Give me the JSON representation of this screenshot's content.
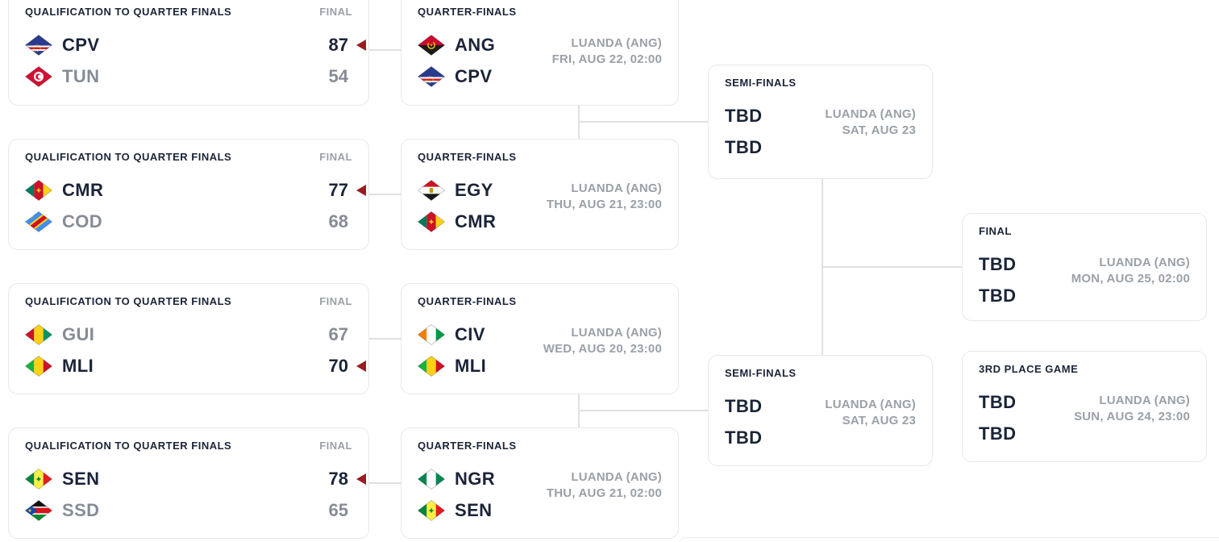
{
  "colors": {
    "text_dark": "#1b2437",
    "text_gray": "#9aa0a8",
    "loser_gray": "#868c96",
    "winner_arrow": "#9a1c22",
    "card_border": "#e8e8ea",
    "connector": "#e0e0e2"
  },
  "qual": [
    {
      "title": "QUALIFICATION TO QUARTER FINALS",
      "status": "FINAL",
      "teams": [
        {
          "code": "CPV",
          "icon": "cpv-flag-icon",
          "score": "87",
          "winner": true
        },
        {
          "code": "TUN",
          "icon": "tun-flag-icon",
          "score": "54",
          "winner": false
        }
      ]
    },
    {
      "title": "QUALIFICATION TO QUARTER FINALS",
      "status": "FINAL",
      "teams": [
        {
          "code": "CMR",
          "icon": "cmr-flag-icon",
          "score": "77",
          "winner": true
        },
        {
          "code": "COD",
          "icon": "cod-flag-icon",
          "score": "68",
          "winner": false
        }
      ]
    },
    {
      "title": "QUALIFICATION TO QUARTER FINALS",
      "status": "FINAL",
      "teams": [
        {
          "code": "GUI",
          "icon": "gui-flag-icon",
          "score": "67",
          "winner": false
        },
        {
          "code": "MLI",
          "icon": "mli-flag-icon",
          "score": "70",
          "winner": true
        }
      ]
    },
    {
      "title": "QUALIFICATION TO QUARTER FINALS",
      "status": "FINAL",
      "teams": [
        {
          "code": "SEN",
          "icon": "sen-flag-icon",
          "score": "78",
          "winner": true
        },
        {
          "code": "SSD",
          "icon": "ssd-flag-icon",
          "score": "65",
          "winner": false
        }
      ]
    }
  ],
  "qf": [
    {
      "title": "QUARTER-FINALS",
      "venue": "LUANDA (ANG)",
      "datetime": "FRI, AUG 22, 02:00",
      "teams": [
        {
          "code": "ANG",
          "icon": "ang-flag-icon"
        },
        {
          "code": "CPV",
          "icon": "cpv-flag-icon"
        }
      ]
    },
    {
      "title": "QUARTER-FINALS",
      "venue": "LUANDA (ANG)",
      "datetime": "THU, AUG 21, 23:00",
      "teams": [
        {
          "code": "EGY",
          "icon": "egy-flag-icon"
        },
        {
          "code": "CMR",
          "icon": "cmr-flag-icon"
        }
      ]
    },
    {
      "title": "QUARTER-FINALS",
      "venue": "LUANDA (ANG)",
      "datetime": "WED, AUG 20, 23:00",
      "teams": [
        {
          "code": "CIV",
          "icon": "civ-flag-icon"
        },
        {
          "code": "MLI",
          "icon": "mli-flag-icon"
        }
      ]
    },
    {
      "title": "QUARTER-FINALS",
      "venue": "LUANDA (ANG)",
      "datetime": "THU, AUG 21, 02:00",
      "teams": [
        {
          "code": "NGR",
          "icon": "ngr-flag-icon"
        },
        {
          "code": "SEN",
          "icon": "sen-flag-icon"
        }
      ]
    }
  ],
  "sf": [
    {
      "title": "SEMI-FINALS",
      "venue": "LUANDA (ANG)",
      "datetime": "SAT, AUG 23",
      "teams": [
        {
          "code": "TBD"
        },
        {
          "code": "TBD"
        }
      ]
    },
    {
      "title": "SEMI-FINALS",
      "venue": "LUANDA (ANG)",
      "datetime": "SAT, AUG 23",
      "teams": [
        {
          "code": "TBD"
        },
        {
          "code": "TBD"
        }
      ]
    }
  ],
  "final": {
    "title": "FINAL",
    "venue": "LUANDA (ANG)",
    "datetime": "MON, AUG 25, 02:00",
    "teams": [
      {
        "code": "TBD"
      },
      {
        "code": "TBD"
      }
    ]
  },
  "third_place": {
    "title": "3RD PLACE GAME",
    "venue": "LUANDA (ANG)",
    "datetime": "SUN, AUG 24, 23:00",
    "teams": [
      {
        "code": "TBD"
      },
      {
        "code": "TBD"
      }
    ]
  }
}
